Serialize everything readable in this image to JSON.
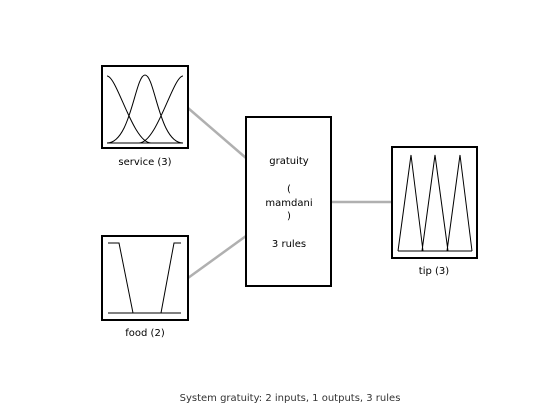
{
  "system": {
    "name": "gratuity",
    "type_line_open": "(",
    "type": "mamdani",
    "type_line_close": ")",
    "rules_label": "3 rules"
  },
  "inputs": [
    {
      "label": "service (3)"
    },
    {
      "label": "food (2)"
    }
  ],
  "outputs": [
    {
      "label": "tip (3)"
    }
  ],
  "footer": "System gratuity: 2 inputs, 1 outputs, 3 rules",
  "colors": {
    "connector": "#b0b0b0",
    "border": "#000000",
    "background": "#ffffff"
  }
}
